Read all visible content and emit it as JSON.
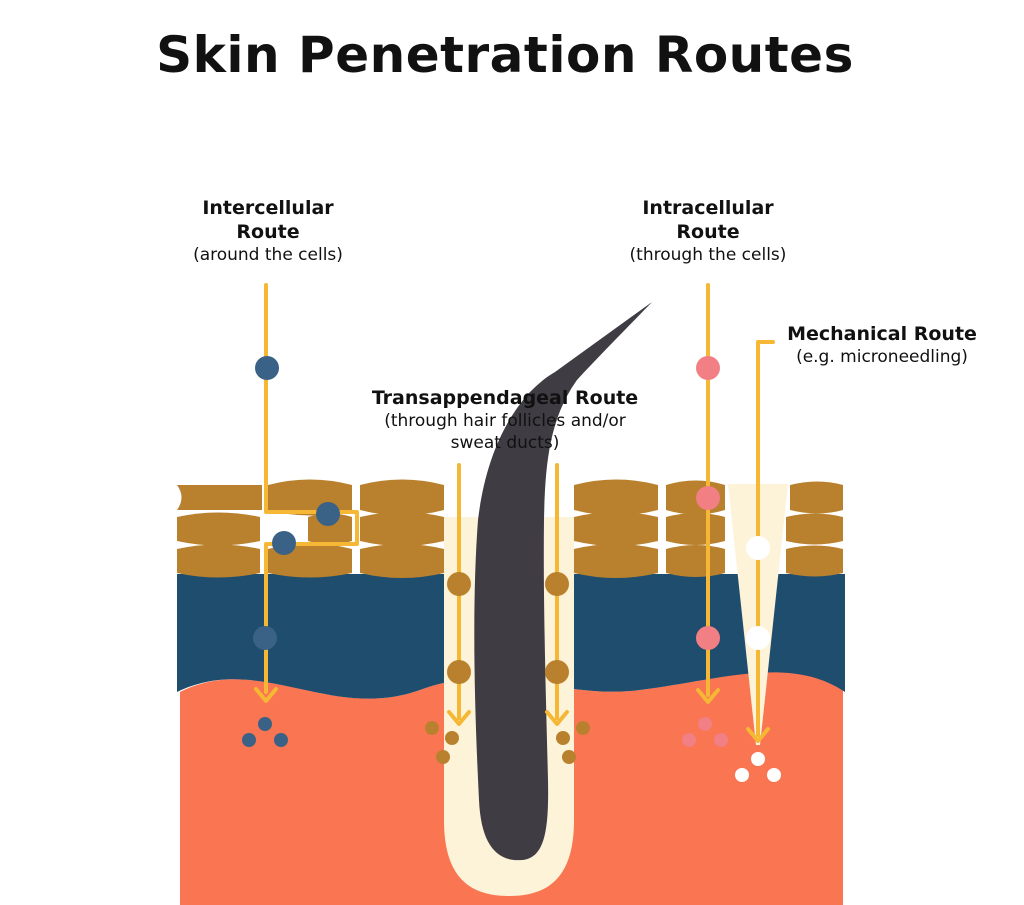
{
  "title": "Skin Penetration Routes",
  "routes": {
    "intercellular": {
      "name_line1": "Intercellular",
      "name_line2": "Route",
      "desc": "(around the cells)"
    },
    "intracellular": {
      "name_line1": "Intracellular",
      "name_line2": "Route",
      "desc": "(through the cells)"
    },
    "transappendageal": {
      "name": "Transappendageal Route",
      "desc_line1": "(through hair follicles and/or",
      "desc_line2": "sweat ducts)"
    },
    "mechanical": {
      "name": "Mechanical Route",
      "desc": "(e.g. microneedling)"
    }
  },
  "colors": {
    "dermis": "#fa7552",
    "epidermis": "#1f4d6e",
    "stratum_corneum_cells": "#b9812d",
    "arrow": "#f5b734",
    "hair": "#3f3c44",
    "follicle": "#fdf3d8",
    "intercellular_particle": "#3a6186",
    "intracellular_particle": "#f17f84",
    "mechanical_particle": "#ffffff",
    "transappendageal_particle": "#b9812d"
  }
}
